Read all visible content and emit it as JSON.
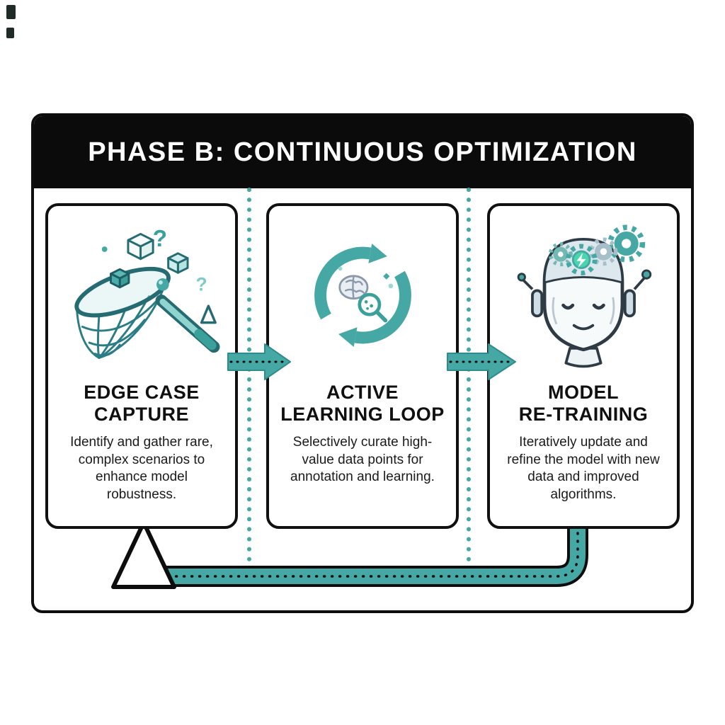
{
  "header": {
    "title": "PHASE B: CONTINUOUS OPTIMIZATION"
  },
  "colors": {
    "teal": "#45a8a4",
    "teal_dark": "#256b72",
    "outline_black": "#0d0d0d",
    "header_bg": "#0b0b0b",
    "white": "#ffffff"
  },
  "cards": [
    {
      "id": "edge-case-capture",
      "icon": "butterfly-net-capture-icon",
      "title_line1": "EDGE CASE",
      "title_line2": "CAPTURE",
      "description": "Identify and gather rare, complex scenarios to enhance model robustness."
    },
    {
      "id": "active-learning-loop",
      "icon": "circular-loop-arrows-icon",
      "title_line1": "ACTIVE",
      "title_line2": "LEARNING LOOP",
      "description": "Selectively curate high-value data points for annotation and learning."
    },
    {
      "id": "model-re-training",
      "icon": "robot-head-gears-icon",
      "title_line1": "MODEL",
      "title_line2": "RE-TRAINING",
      "description": "Iteratively update and refine the model with new data and improved algorithms."
    }
  ],
  "icons": {
    "question_mark": "?"
  }
}
